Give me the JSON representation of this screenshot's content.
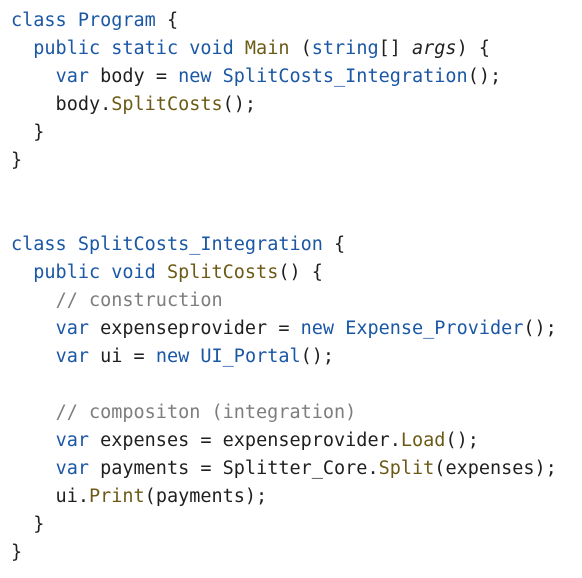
{
  "code_view": {
    "colors": {
      "background": "#ffffff",
      "keyword": "#1a57a5",
      "type": "#1a57a5",
      "method": "#6b5a16",
      "identifier": "#1f1f1f",
      "comment": "#7d7d7d"
    },
    "lines": [
      [
        {
          "t": "keyword",
          "v": "class"
        },
        {
          "t": "ident",
          "v": " "
        },
        {
          "t": "type",
          "v": "Program"
        },
        {
          "t": "punct",
          "v": " {"
        }
      ],
      [
        {
          "t": "ident",
          "v": "  "
        },
        {
          "t": "keyword",
          "v": "public"
        },
        {
          "t": "ident",
          "v": " "
        },
        {
          "t": "keyword",
          "v": "static"
        },
        {
          "t": "ident",
          "v": " "
        },
        {
          "t": "keyword",
          "v": "void"
        },
        {
          "t": "ident",
          "v": " "
        },
        {
          "t": "method",
          "v": "Main"
        },
        {
          "t": "punct",
          "v": " ("
        },
        {
          "t": "keyword",
          "v": "string"
        },
        {
          "t": "punct",
          "v": "[] "
        },
        {
          "t": "param",
          "v": "args"
        },
        {
          "t": "punct",
          "v": ") {"
        }
      ],
      [
        {
          "t": "ident",
          "v": "    "
        },
        {
          "t": "keyword",
          "v": "var"
        },
        {
          "t": "ident",
          "v": " body "
        },
        {
          "t": "punct",
          "v": "="
        },
        {
          "t": "ident",
          "v": " "
        },
        {
          "t": "keyword",
          "v": "new"
        },
        {
          "t": "ident",
          "v": " "
        },
        {
          "t": "type",
          "v": "SplitCosts_Integration"
        },
        {
          "t": "punct",
          "v": "();"
        }
      ],
      [
        {
          "t": "ident",
          "v": "    body"
        },
        {
          "t": "punct",
          "v": "."
        },
        {
          "t": "method",
          "v": "SplitCosts"
        },
        {
          "t": "punct",
          "v": "();"
        }
      ],
      [
        {
          "t": "punct",
          "v": "  }"
        }
      ],
      [
        {
          "t": "punct",
          "v": "}"
        }
      ],
      [],
      [],
      [
        {
          "t": "keyword",
          "v": "class"
        },
        {
          "t": "ident",
          "v": " "
        },
        {
          "t": "type",
          "v": "SplitCosts_Integration"
        },
        {
          "t": "punct",
          "v": " {"
        }
      ],
      [
        {
          "t": "ident",
          "v": "  "
        },
        {
          "t": "keyword",
          "v": "public"
        },
        {
          "t": "ident",
          "v": " "
        },
        {
          "t": "keyword",
          "v": "void"
        },
        {
          "t": "ident",
          "v": " "
        },
        {
          "t": "method",
          "v": "SplitCosts"
        },
        {
          "t": "punct",
          "v": "() {"
        }
      ],
      [
        {
          "t": "ident",
          "v": "    "
        },
        {
          "t": "comment",
          "v": "// construction"
        }
      ],
      [
        {
          "t": "ident",
          "v": "    "
        },
        {
          "t": "keyword",
          "v": "var"
        },
        {
          "t": "ident",
          "v": " expenseprovider "
        },
        {
          "t": "punct",
          "v": "="
        },
        {
          "t": "ident",
          "v": " "
        },
        {
          "t": "keyword",
          "v": "new"
        },
        {
          "t": "ident",
          "v": " "
        },
        {
          "t": "type",
          "v": "Expense_Provider"
        },
        {
          "t": "punct",
          "v": "();"
        }
      ],
      [
        {
          "t": "ident",
          "v": "    "
        },
        {
          "t": "keyword",
          "v": "var"
        },
        {
          "t": "ident",
          "v": " ui "
        },
        {
          "t": "punct",
          "v": "="
        },
        {
          "t": "ident",
          "v": " "
        },
        {
          "t": "keyword",
          "v": "new"
        },
        {
          "t": "ident",
          "v": " "
        },
        {
          "t": "type",
          "v": "UI_Portal"
        },
        {
          "t": "punct",
          "v": "();"
        }
      ],
      [],
      [
        {
          "t": "ident",
          "v": "    "
        },
        {
          "t": "comment",
          "v": "// compositon (integration)"
        }
      ],
      [
        {
          "t": "ident",
          "v": "    "
        },
        {
          "t": "keyword",
          "v": "var"
        },
        {
          "t": "ident",
          "v": " expenses "
        },
        {
          "t": "punct",
          "v": "="
        },
        {
          "t": "ident",
          "v": " expenseprovider"
        },
        {
          "t": "punct",
          "v": "."
        },
        {
          "t": "method",
          "v": "Load"
        },
        {
          "t": "punct",
          "v": "();"
        }
      ],
      [
        {
          "t": "ident",
          "v": "    "
        },
        {
          "t": "keyword",
          "v": "var"
        },
        {
          "t": "ident",
          "v": " payments "
        },
        {
          "t": "punct",
          "v": "="
        },
        {
          "t": "ident",
          "v": " Splitter_Core"
        },
        {
          "t": "punct",
          "v": "."
        },
        {
          "t": "method",
          "v": "Split"
        },
        {
          "t": "punct",
          "v": "("
        },
        {
          "t": "ident",
          "v": "expenses"
        },
        {
          "t": "punct",
          "v": ");"
        }
      ],
      [
        {
          "t": "ident",
          "v": "    ui"
        },
        {
          "t": "punct",
          "v": "."
        },
        {
          "t": "method",
          "v": "Print"
        },
        {
          "t": "punct",
          "v": "("
        },
        {
          "t": "ident",
          "v": "payments"
        },
        {
          "t": "punct",
          "v": ");"
        }
      ],
      [
        {
          "t": "punct",
          "v": "  }"
        }
      ],
      [
        {
          "t": "punct",
          "v": "}"
        }
      ]
    ]
  }
}
